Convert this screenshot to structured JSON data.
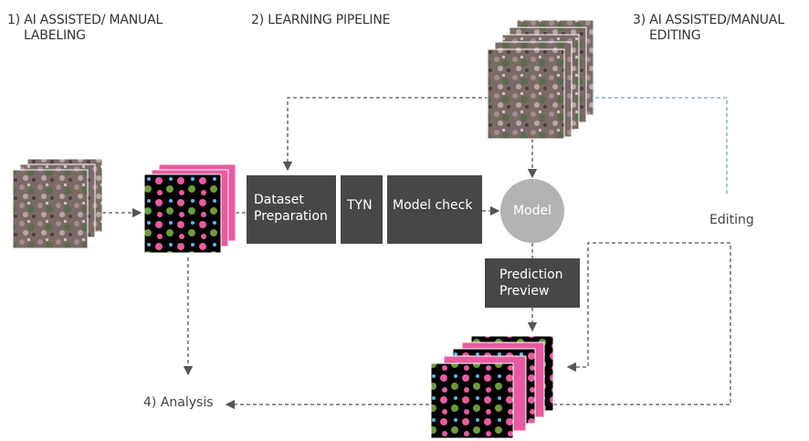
{
  "headings": {
    "step1": "1) AI ASSISTED/ MANUAL\nLABELING",
    "step1_line1": "1) AI ASSISTED/ MANUAL",
    "step1_line2": "LABELING",
    "step2": "2) LEARNING PIPELINE",
    "step3_line1": "3) AI ASSISTED/MANUAL",
    "step3_line2": "EDITING"
  },
  "boxes": {
    "dataset_line1": "Dataset",
    "dataset_line2": "Preparation",
    "tyn": "TYN",
    "model_check": "Model check",
    "prediction_line1": "Prediction",
    "prediction_line2": "Preview"
  },
  "model": "Model",
  "editing": "Editing",
  "analysis": "4) Analysis",
  "colors": {
    "box": "#474747",
    "model": "#b3b3b3",
    "arrow": "#555555",
    "arrow_blue": "#6fa5c0",
    "label_pink": "#e85ba0",
    "label_green": "#6f9a3a",
    "label_blue": "#5ab8e8",
    "label_bg": "#000000"
  }
}
